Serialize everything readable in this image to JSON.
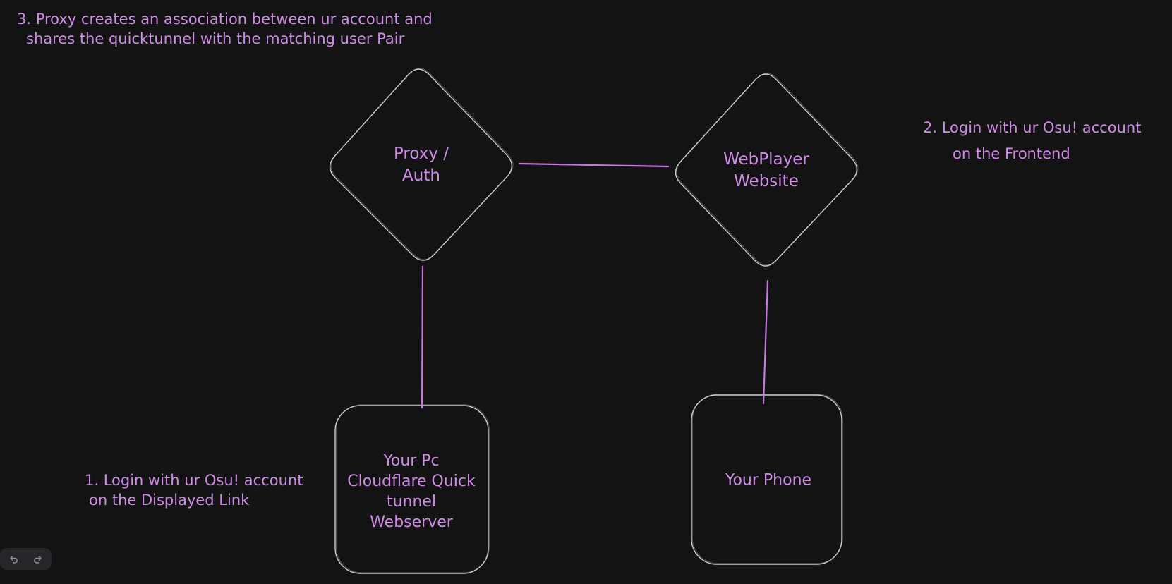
{
  "canvas": {
    "background": "#131313",
    "shape_stroke_color": "#caced4",
    "accent_color": "#cf8ce6",
    "connector_color": "#c678e0"
  },
  "notes": {
    "step3": {
      "line1": "3. Proxy creates an association between ur account and",
      "line2": "shares the quicktunnel with the matching user Pair"
    },
    "step2": {
      "line1": "2. Login with ur Osu! account",
      "line2": "on the Frontend"
    },
    "step1": {
      "line1": "1. Login with ur Osu! account",
      "line2": "on the Displayed Link"
    }
  },
  "shapes": {
    "proxy_auth": {
      "line1": "Proxy /",
      "line2": "Auth"
    },
    "webplayer": {
      "line1": "WebPlayer",
      "line2": "Website"
    },
    "your_pc": {
      "line1": "Your Pc",
      "line2": "Cloudflare Quick",
      "line3": "tunnel",
      "line4": "Webserver"
    },
    "your_phone": {
      "line1": "Your Phone"
    }
  },
  "toolbar": {
    "icons": {
      "undo": "undo-arrow",
      "redo": "redo-arrow"
    }
  }
}
